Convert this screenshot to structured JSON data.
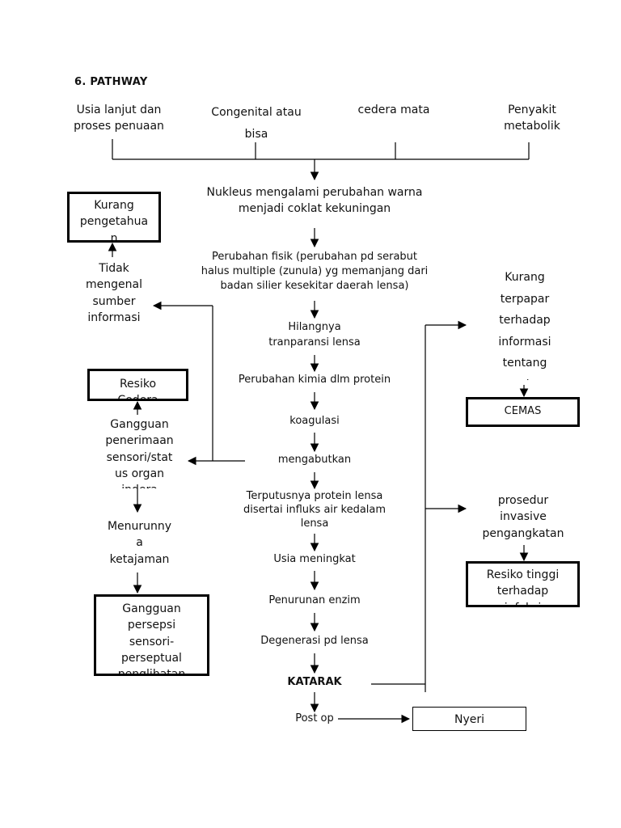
{
  "heading": "6.  PATHWAY",
  "causes": [
    "Usia lanjut dan\nproses penuaan",
    "Congenital atau\nbisa",
    "cedera mata",
    "Penyakit\nmetabolik"
  ],
  "chain": [
    "Nukleus  mengalami perubahan warna\nmenjadi coklat kekuningan",
    "Perubahan fisik (perubahan pd serabut\nhalus multiple (zunula) yg memanjang dari\nbadan silier kesekitar daerah lensa)",
    "Hilangnya\ntranparansi lensa",
    "Perubahan kimia dlm protein",
    "koagulasi",
    "mengabutkan",
    "Terputusnya protein lensa\ndisertai influks air kedalam\nlensa",
    "Usia meningkat",
    "Penurunan enzim",
    "Degenerasi pd lensa",
    "KATARAK",
    "Post op"
  ],
  "left": {
    "box_pengetahuan": "Kurang\npengetahua\nn",
    "tidak_mengenal": "Tidak\nmengenal\nsumber\ninformasi",
    "box_resiko": "Resiko\nCedera",
    "gangguan_penerimaan": "Gangguan\npenerimaan\nsensori/stat\nus organ\nindera",
    "menurunnya": "Menurunny\na\nketajaman",
    "box_persepsi": "Gangguan\npersepsi\nsensori-\nperseptual\npenglihatan"
  },
  "right": {
    "kurang_terpapar": "Kurang\nterpapar\nterhadap\ninformasi\ntentang\npengobatan",
    "box_cemas": "CEMAS",
    "prosedur": "prosedur\ninvasive\npengangkatan",
    "box_resiko_tinggi": "Resiko tinggi\nterhadap\ninfeksi",
    "box_nyeri": "Nyeri"
  }
}
